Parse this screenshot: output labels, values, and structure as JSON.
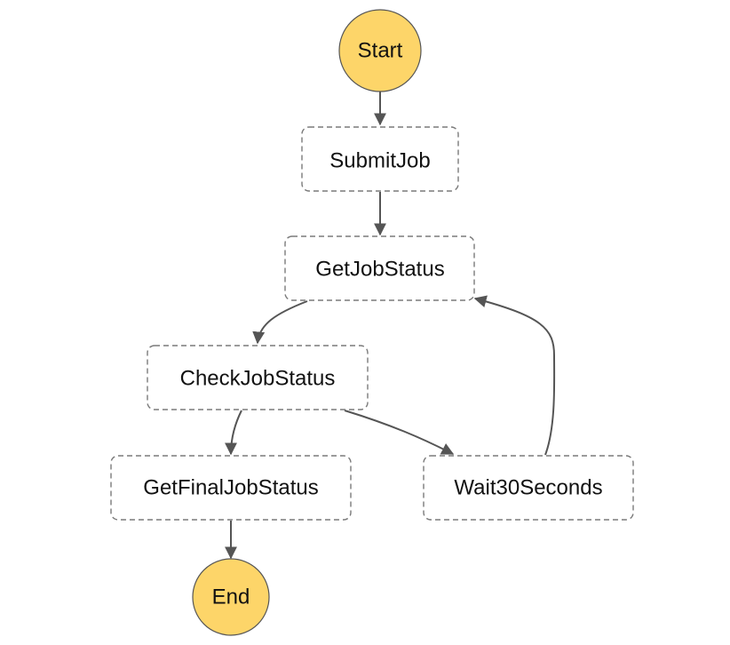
{
  "diagram": {
    "nodes": {
      "start": {
        "label": "Start"
      },
      "submit_job": {
        "label": "SubmitJob"
      },
      "get_job_status": {
        "label": "GetJobStatus"
      },
      "check_job_status": {
        "label": "CheckJobStatus"
      },
      "get_final_job_status": {
        "label": "GetFinalJobStatus"
      },
      "wait_30_seconds": {
        "label": "Wait30Seconds"
      },
      "end": {
        "label": "End"
      }
    },
    "edges": [
      {
        "from": "start",
        "to": "submit_job"
      },
      {
        "from": "submit_job",
        "to": "get_job_status"
      },
      {
        "from": "get_job_status",
        "to": "check_job_status"
      },
      {
        "from": "check_job_status",
        "to": "get_final_job_status"
      },
      {
        "from": "check_job_status",
        "to": "wait_30_seconds"
      },
      {
        "from": "wait_30_seconds",
        "to": "get_job_status"
      },
      {
        "from": "get_final_job_status",
        "to": "end"
      }
    ],
    "colors": {
      "terminal_fill": "#FDD569",
      "edge": "#555555",
      "node_border": "#7A7A7A"
    }
  }
}
